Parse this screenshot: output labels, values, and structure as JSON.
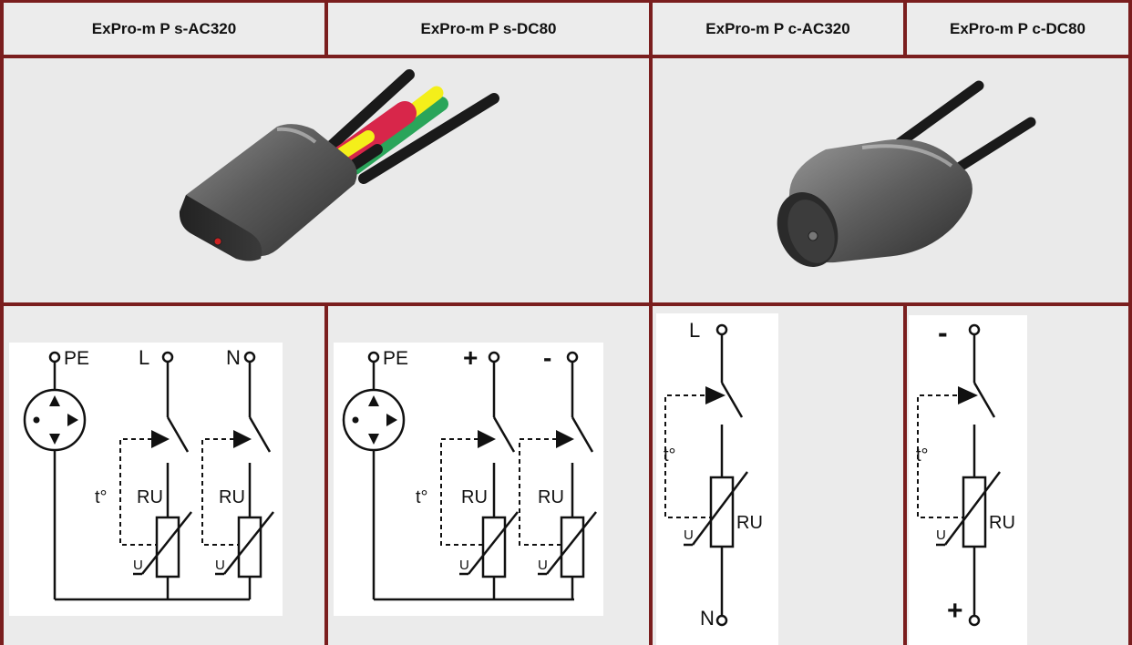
{
  "table": {
    "headers": [
      "ExPro-m P s-AC320",
      "ExPro-m P s-DC80",
      "ExPro-m P c-AC320",
      "ExPro-m P c-DC80"
    ]
  },
  "diagrams": {
    "s_ac320": {
      "ground": "PE",
      "left": "L",
      "right": "N",
      "temp": "t°",
      "varistor": "RU",
      "voltage": "U"
    },
    "s_dc80": {
      "ground": "PE",
      "left": "+",
      "right": "-",
      "temp": "t°",
      "varistor": "RU",
      "voltage": "U"
    },
    "c_ac320": {
      "top": "L",
      "bottom": "N",
      "temp": "t°",
      "varistor": "RU",
      "voltage": "U"
    },
    "c_dc80": {
      "top": "-",
      "bottom": "+",
      "temp": "t°",
      "varistor": "RU",
      "voltage": "U"
    }
  },
  "colors": {
    "border": "#7a1e1e",
    "header_bg": "#ececec",
    "cable_red": "#d8264a",
    "cable_yellow": "#f4ef1a",
    "cable_green": "#2aa55a"
  }
}
